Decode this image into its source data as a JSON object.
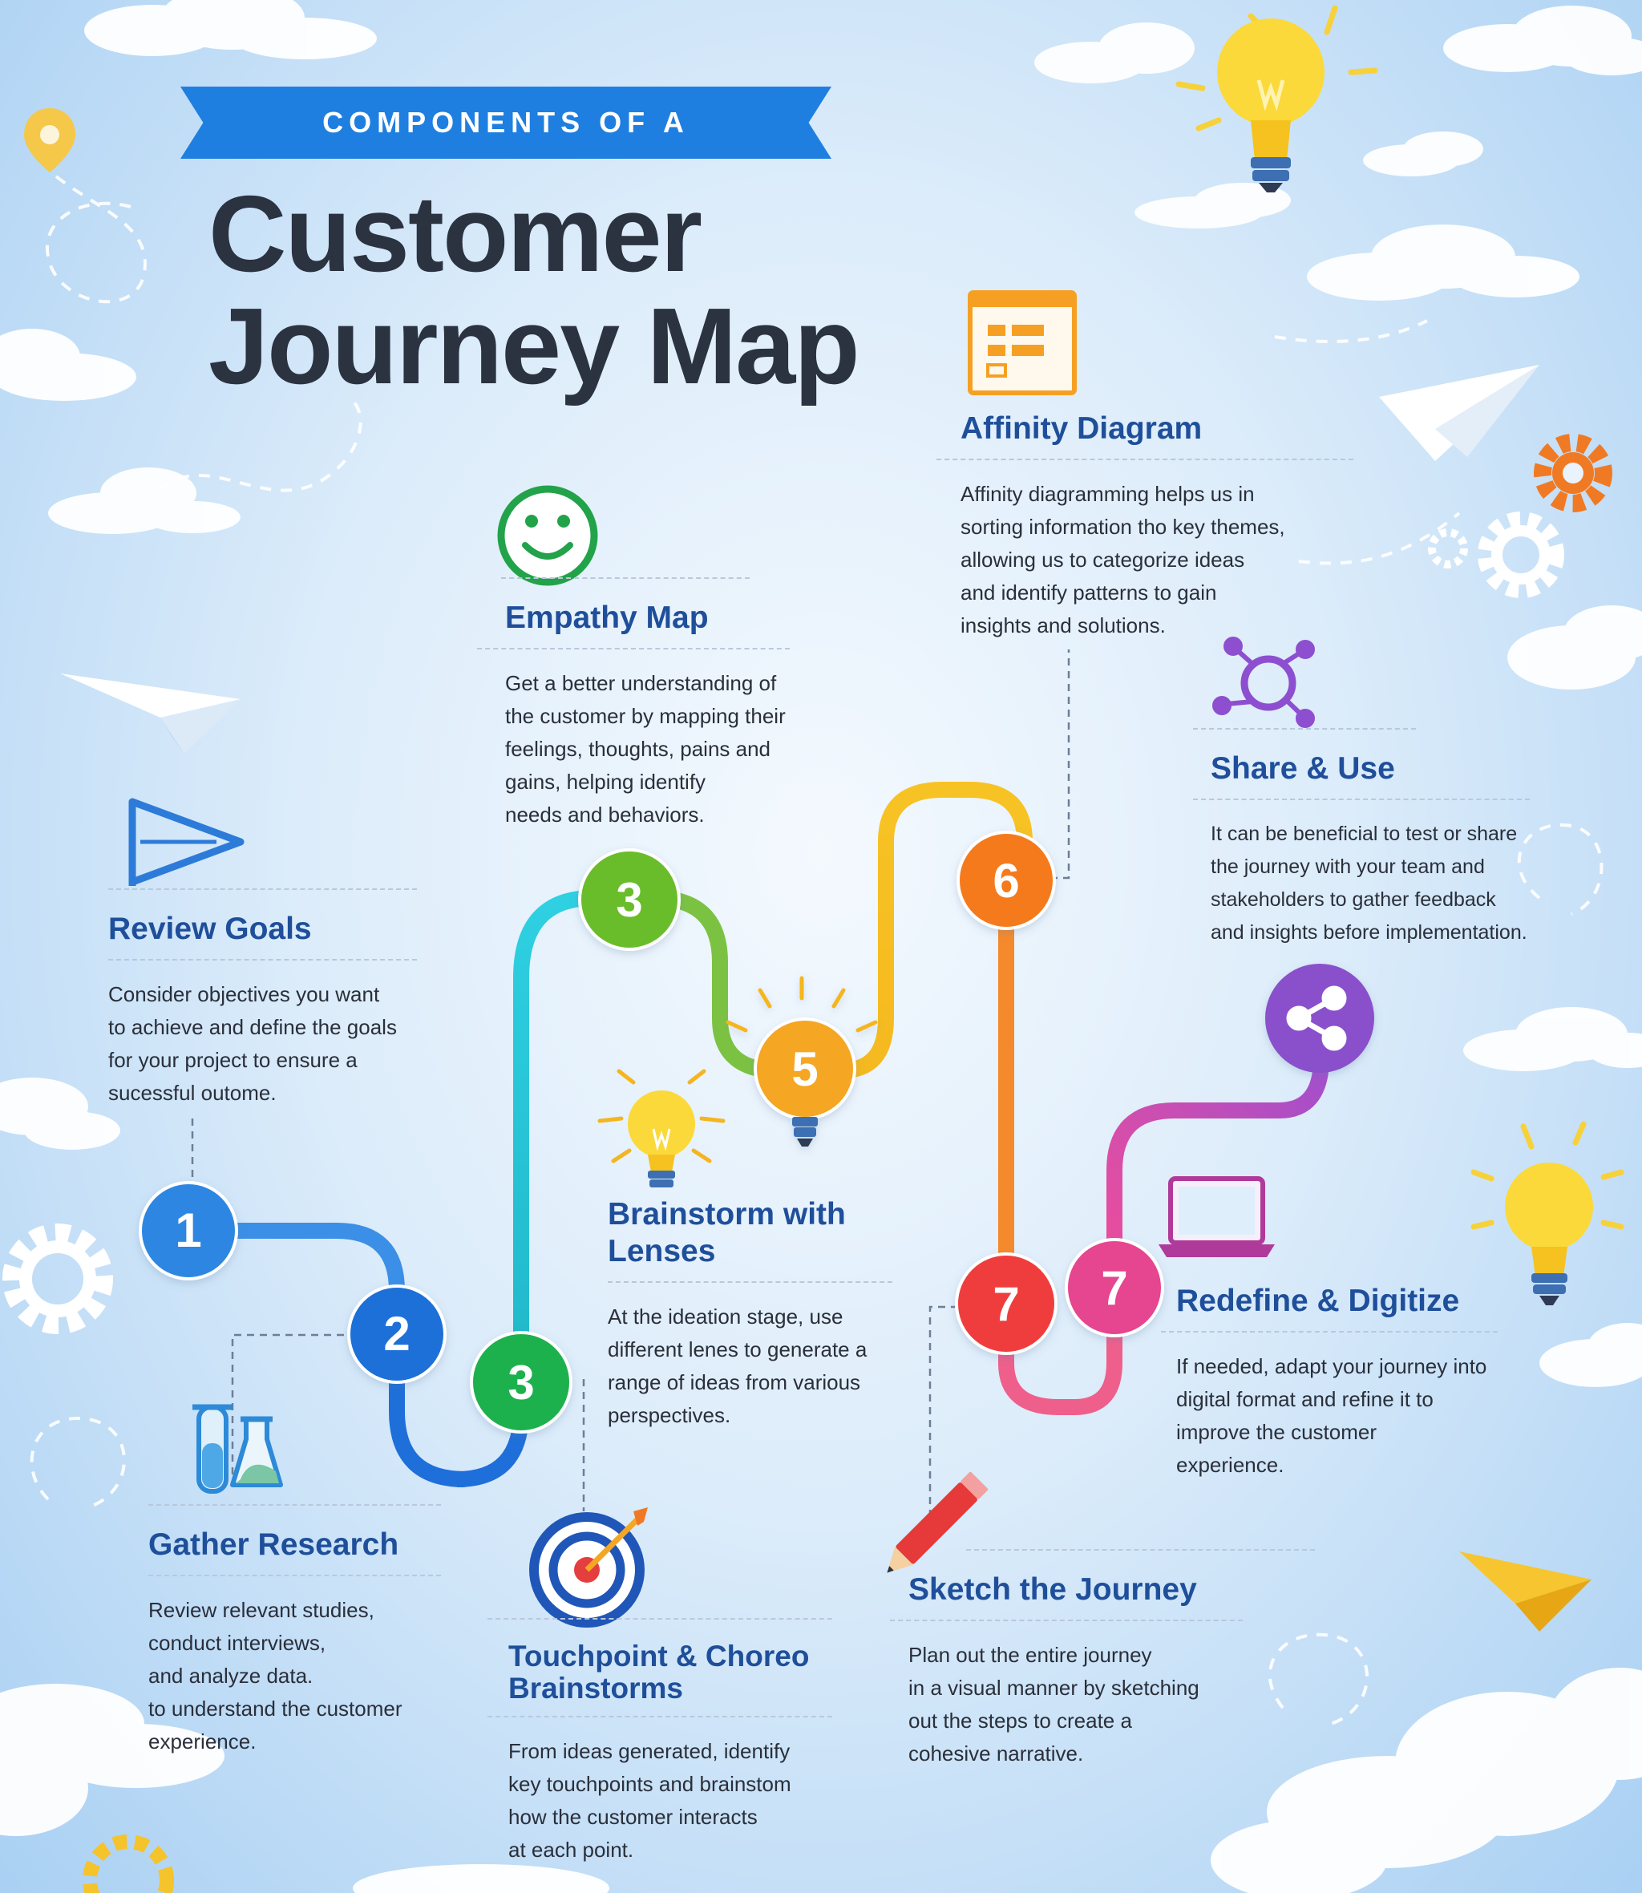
{
  "header": {
    "banner": "COMPONENTS OF A",
    "title_line1": "Customer",
    "title_line2": "Journey Map"
  },
  "colors": {
    "banner": "#1f7fe0",
    "heading": "#1f4f9a",
    "step1": "#2d86e3",
    "step2": "#1b6fd8",
    "step3_green": "#1fb14e",
    "step3_lime": "#6bbd2a",
    "step5": "#f5a623",
    "step6": "#f57a1f",
    "step7_red": "#ef3e3e",
    "step7_pink": "#e6458f",
    "share": "#8a4fcb"
  },
  "steps": {
    "s1": "1",
    "s2": "2",
    "s3a": "3",
    "s3b": "3",
    "s5": "5",
    "s6": "6",
    "s7a": "7",
    "s7b": "7"
  },
  "sections": {
    "review_goals": {
      "icon": "triangle-flag-icon",
      "title": "Review Goals",
      "text": [
        "Consider objectives you want",
        "to achieve and define the goals",
        "for your project to ensure a",
        "sucessful outome."
      ]
    },
    "gather_research": {
      "icon": "test-tubes-icon",
      "title": "Gather Research",
      "text": [
        "Review relevant studies,",
        "conduct interviews,",
        "and analyze data.",
        "to understand the customer",
        "experience."
      ]
    },
    "empathy_map": {
      "icon": "smiley-icon",
      "title": "Empathy Map",
      "text": [
        "Get a better understanding of",
        "the customer by mapping their",
        "feelings, thoughts, pains and",
        "gains, helping identify",
        "needs and behaviors."
      ]
    },
    "brainstorm": {
      "icon": "lightbulb-icon",
      "title_line1": "Brainstorm with",
      "title_line2": "Lenses",
      "text": [
        "At the ideation stage, use",
        "different lenes to generate a",
        "range of ideas from various",
        "perspectives."
      ]
    },
    "touchpoint": {
      "icon": "target-icon",
      "title_line1": "Touchpoint & Choreo",
      "title_line2": "Brainstorms",
      "text": [
        "From ideas generated, identify",
        "key touchpoints and brainstom",
        "how the customer interacts",
        "at each point."
      ]
    },
    "affinity": {
      "icon": "affinity-board-icon",
      "title": "Affinity Diagram",
      "text": [
        "Affinity diagramming helps us in",
        "sorting information tho key themes,",
        "allowing us to categorize ideas",
        "and identify patterns to gain",
        "insights and solutions."
      ]
    },
    "share_use": {
      "icon": "network-icon",
      "title": "Share & Use",
      "text": [
        "It can be beneficial to test or share",
        "the journey with your team and",
        "stakeholders to gather feedback",
        "and insights before implementation."
      ]
    },
    "redefine": {
      "icon": "laptop-icon",
      "title": "Redefine & Digitize",
      "text": [
        "If needed, adapt your journey into",
        "digital format and refine it to",
        "improve the customer",
        "experience."
      ]
    },
    "sketch": {
      "icon": "pencil-icon",
      "title": "Sketch the Journey",
      "text": [
        "Plan out the entire journey",
        "in a visual manner by sketching",
        "out the steps to create a",
        "cohesive narrative."
      ]
    }
  }
}
